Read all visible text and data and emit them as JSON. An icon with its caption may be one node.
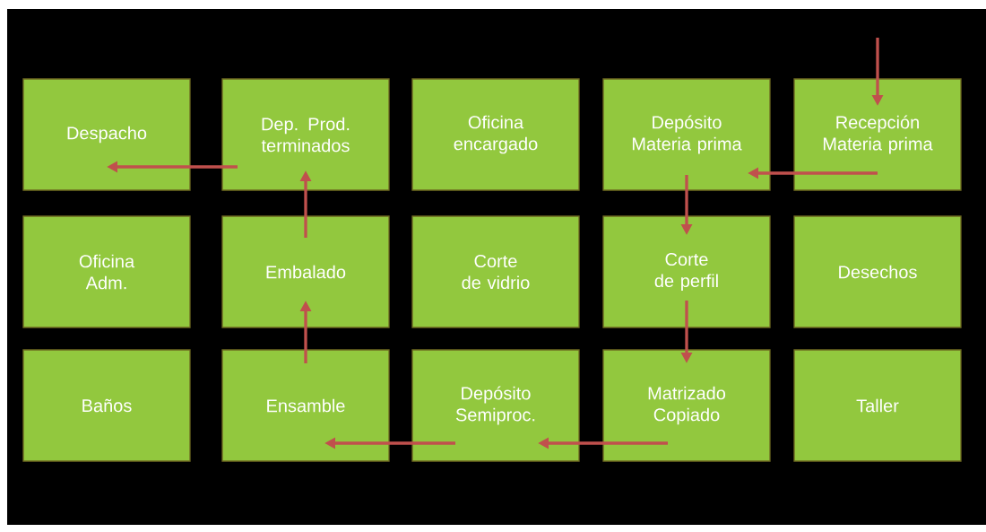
{
  "diagram": {
    "nodes": [
      {
        "text": [
          "Despacho"
        ]
      },
      {
        "text": [
          "Dep. Prod. terminados"
        ]
      },
      {
        "text": [
          "Oficina encargado"
        ]
      },
      {
        "text": [
          "Depósito Materia prima"
        ]
      },
      {
        "text": [
          "Recepción Materia prima"
        ]
      },
      {
        "text": [
          "Oficina Adm."
        ]
      },
      {
        "text": [
          "Embalado"
        ]
      },
      {
        "text": [
          "Corte de vidrio"
        ]
      },
      {
        "text": [
          "Corte de perfil"
        ]
      },
      {
        "text": [
          "Desechos"
        ]
      },
      {
        "text": [
          "Baños"
        ]
      },
      {
        "text": [
          "Ensamble"
        ]
      },
      {
        "text": [
          "Depósito Semiproc."
        ]
      },
      {
        "text": [
          "Matrizado Copiado"
        ]
      },
      {
        "text": [
          "Taller"
        ]
      }
    ],
    "edges": [
      {
        "from": null,
        "to": 4,
        "arrow": "to"
      },
      {
        "from": 4,
        "to": 3,
        "arrow": "to"
      },
      {
        "from": 3,
        "to": 8,
        "arrow": "to"
      },
      {
        "from": 8,
        "to": 13,
        "arrow": "to"
      },
      {
        "from": 13,
        "to": 12,
        "arrow": "to"
      },
      {
        "from": 12,
        "to": 11,
        "arrow": "to"
      },
      {
        "from": 11,
        "to": 6,
        "arrow": "to"
      },
      {
        "from": 6,
        "to": 1,
        "arrow": "to"
      },
      {
        "from": 1,
        "to": 0,
        "arrow": "to"
      }
    ]
  }
}
